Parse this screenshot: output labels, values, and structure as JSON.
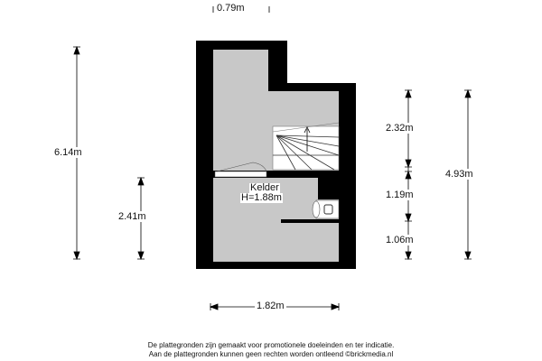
{
  "room": {
    "name": "Kelder",
    "height": "H=1.88m"
  },
  "dimensions": {
    "top": "0.79m",
    "left_total": "6.14m",
    "left_lower": "2.41m",
    "right_upper": "2.32m",
    "right_middle": "1.19m",
    "right_lower": "1.06m",
    "right_total": "4.93m",
    "bottom": "1.82m"
  },
  "disclaimer": {
    "line1": "De plattegronden zijn gemaakt voor promotionele doeleinden en ter indicatie.",
    "line2": "Aan de plattegronden kunnen geen rechten worden ontleend ©brickmedia.nl"
  },
  "colors": {
    "wall": "#000000",
    "floor": "#c8c8c8"
  }
}
